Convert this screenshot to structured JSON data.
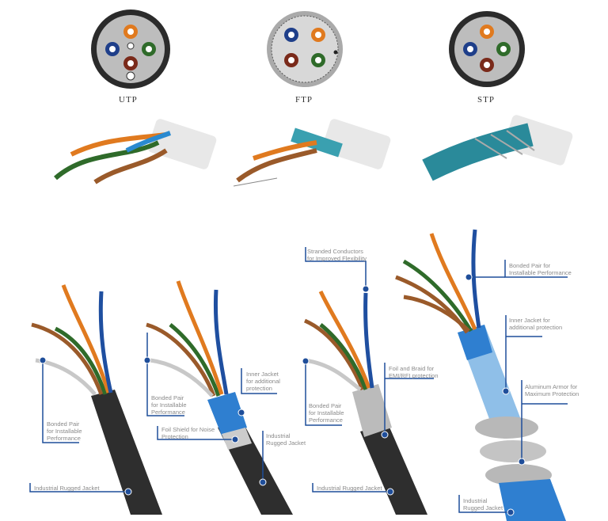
{
  "top_row": {
    "types": [
      {
        "label": "UTP"
      },
      {
        "label": "FTP"
      },
      {
        "label": "STP"
      }
    ]
  },
  "bottom_row": {
    "cables": [
      {
        "callouts": [
          {
            "text": "Bonded Pair\nfor Installable\nPerformance"
          },
          {
            "text": "Industrial Rugged Jacket"
          }
        ]
      },
      {
        "callouts": [
          {
            "text": "Bonded Pair\nfor Installable\nPerformance"
          },
          {
            "text": "Inner Jacket\nfor additional\nprotection"
          },
          {
            "text": "Foil Shield for Noise\nProtection"
          },
          {
            "text": "Industrial\nRugged Jacket"
          }
        ]
      },
      {
        "callouts": [
          {
            "text": "Stranded Conductors\nfor Improved Flexibility"
          },
          {
            "text": "Foil and Braid for\nEMI/RFI protection"
          },
          {
            "text": "Bonded Pair\nfor Installable\nPerformance"
          },
          {
            "text": "Industrial Rugged Jacket"
          }
        ]
      },
      {
        "callouts": [
          {
            "text": "Bonded Pair for\nInstallable Performance"
          },
          {
            "text": "Inner Jacket for\nadditional protection"
          },
          {
            "text": "Aluminum Armor for\nMaximum Protection"
          },
          {
            "text": "Industrial\nRugged Jacket"
          }
        ]
      }
    ]
  },
  "colors": {
    "callout_line": "#1f4e9a",
    "jacket_black": "#2e2e2e",
    "jacket_blue": "#2f7fd0",
    "orange": "#e07a1f",
    "green": "#2f6b2a",
    "blue": "#1f4fa0",
    "brown": "#9a5a2a"
  }
}
